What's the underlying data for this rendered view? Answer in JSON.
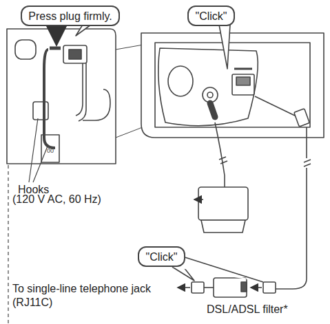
{
  "diagram": {
    "nodes": [
      {
        "text": [
          "Press plug firmly."
        ]
      },
      {
        "text": [
          "\"Click\""
        ]
      },
      {
        "text": [
          "\"Click\""
        ]
      }
    ],
    "labels": [
      "Hooks",
      "(120 V AC, 60 Hz)",
      "To single-line telephone jack (RJ11C)",
      "DSL/ADSL filter*"
    ]
  }
}
